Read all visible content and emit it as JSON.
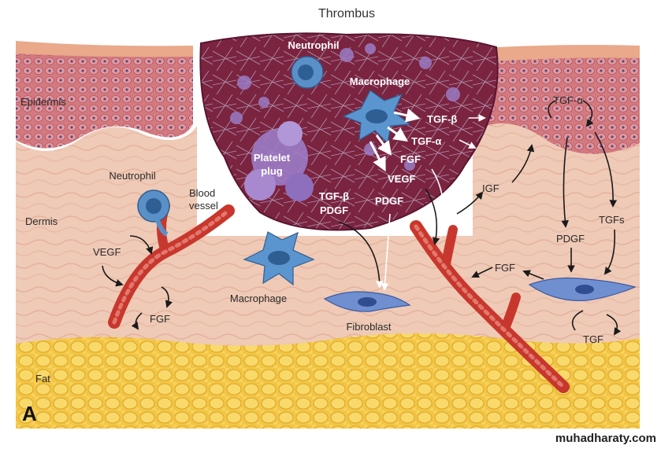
{
  "title": "Thrombus",
  "panel_letter": "A",
  "watermark": "muhadharaty.com",
  "layers": {
    "epidermis": "Epidermis",
    "dermis": "Dermis",
    "fat": "Fat"
  },
  "clot": {
    "neutrophil": "Neutrophil",
    "macrophage": "Macrophage",
    "platelet_plug_1": "Platelet",
    "platelet_plug_2": "plug",
    "tgf_beta": "TGF-β",
    "tgf_alpha": "TGF-α",
    "fgf": "FGF",
    "vegf": "VEGF",
    "tgf_beta_2": "TGF-β",
    "pdgf_1": "PDGF",
    "pdgf_2": "PDGF"
  },
  "left": {
    "neutrophil": "Neutrophil",
    "blood_vessel_1": "Blood",
    "blood_vessel_2": "vessel",
    "vegf": "VEGF",
    "fgf": "FGF",
    "macrophage": "Macrophage"
  },
  "center": {
    "fibroblast": "Fibroblast"
  },
  "right": {
    "tgf_alpha": "TGF-α",
    "igf": "IGF",
    "pdgf": "PDGF",
    "tgfs": "TGFs",
    "fgf": "FGF",
    "tgf": "TGF"
  },
  "colors": {
    "epidermis": "#c7646c",
    "dermis": "#efc9b4",
    "fat": "#f0c44a",
    "clot": "#7a1f3c",
    "vessel": "#c8372d",
    "cell_blue": "#5a90c8",
    "platelet": "#9a7cc4"
  }
}
